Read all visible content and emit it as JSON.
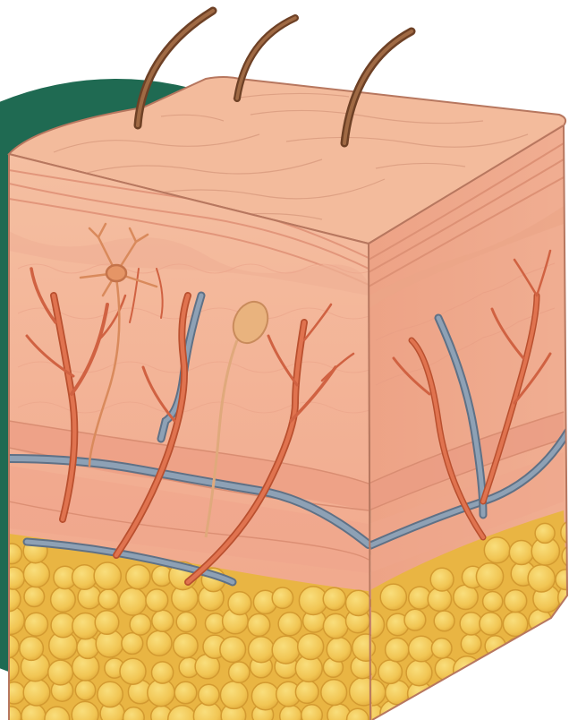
{
  "illustration": {
    "subject": "skin-cross-section-block",
    "labels_visible": false
  },
  "layers": [
    {
      "name": "epidermis"
    },
    {
      "name": "dermis"
    },
    {
      "name": "hypodermis"
    }
  ],
  "structures": [
    {
      "name": "hair-shaft",
      "count": 3
    },
    {
      "name": "nerve-cell",
      "count": 1
    },
    {
      "name": "sensory-receptor",
      "count": 1
    },
    {
      "name": "artery",
      "count": 6
    },
    {
      "name": "vein",
      "count": 4
    },
    {
      "name": "fat-cell-cluster",
      "count": 1
    }
  ],
  "colors": {
    "background": "#ffffff",
    "backdrop-circle": "#1f6a52",
    "skin-top": "#f2b594",
    "skin-front": "#f4b69a",
    "skin-side": "#e9a283",
    "dermis-band": "#ee9f86",
    "artery": "#d96845",
    "vein": "#7f93a8",
    "fat": "#f1c553",
    "fat-outline": "#d9a334",
    "hair": "#8a5a3a",
    "outline": "#b7775f"
  }
}
